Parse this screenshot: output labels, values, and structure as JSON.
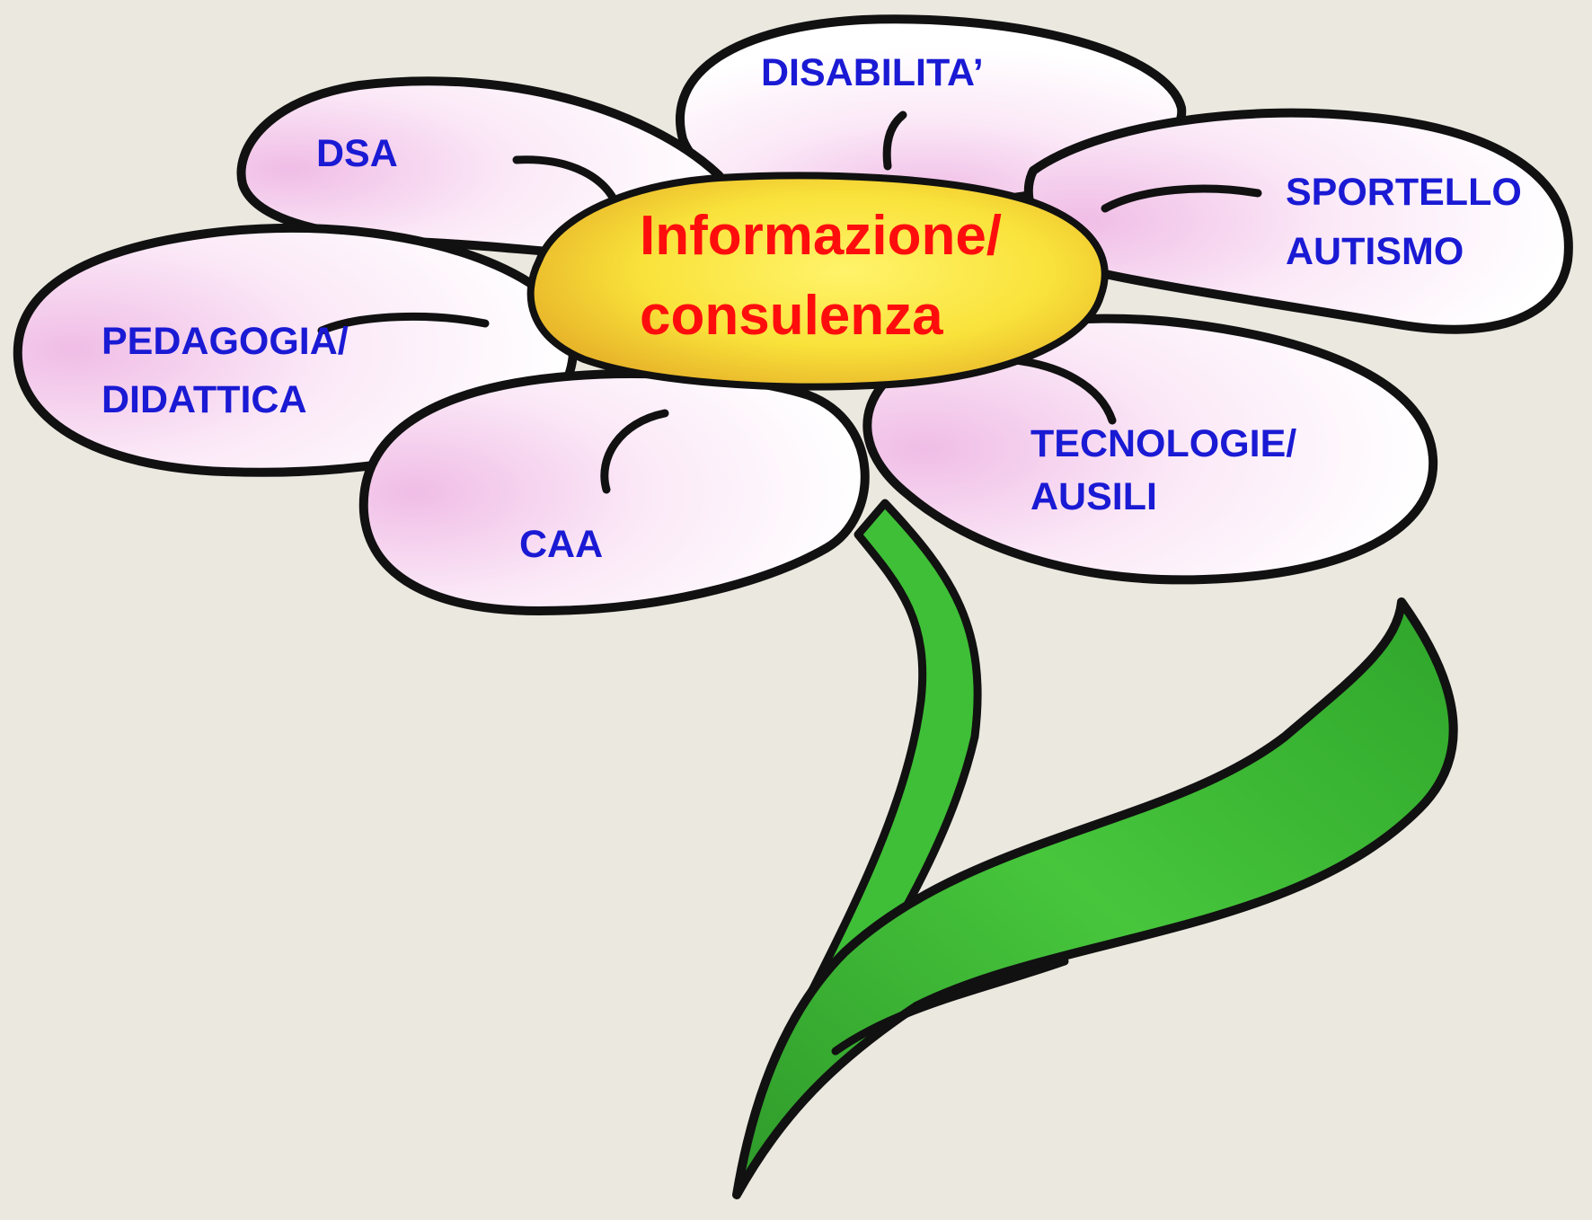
{
  "center": {
    "line1": "Informazione/",
    "line2": "consulenza"
  },
  "petals": {
    "disabilita": "DISABILITA’",
    "dsa": "DSA",
    "sportello": [
      "SPORTELLO",
      "AUTISMO"
    ],
    "pedagogia": [
      "PEDAGOGIA/",
      "DIDATTICA"
    ],
    "caa": "CAA",
    "tecnologie": [
      "TECNOLOGIE/",
      "AUSILI"
    ]
  },
  "colors": {
    "background": "#ebe8df",
    "petal_label": "#1a1ad4",
    "center_label": "#ff0d0d",
    "center_fill": "#f6e23a",
    "stem": "#3fbf37",
    "outline": "#111111"
  }
}
